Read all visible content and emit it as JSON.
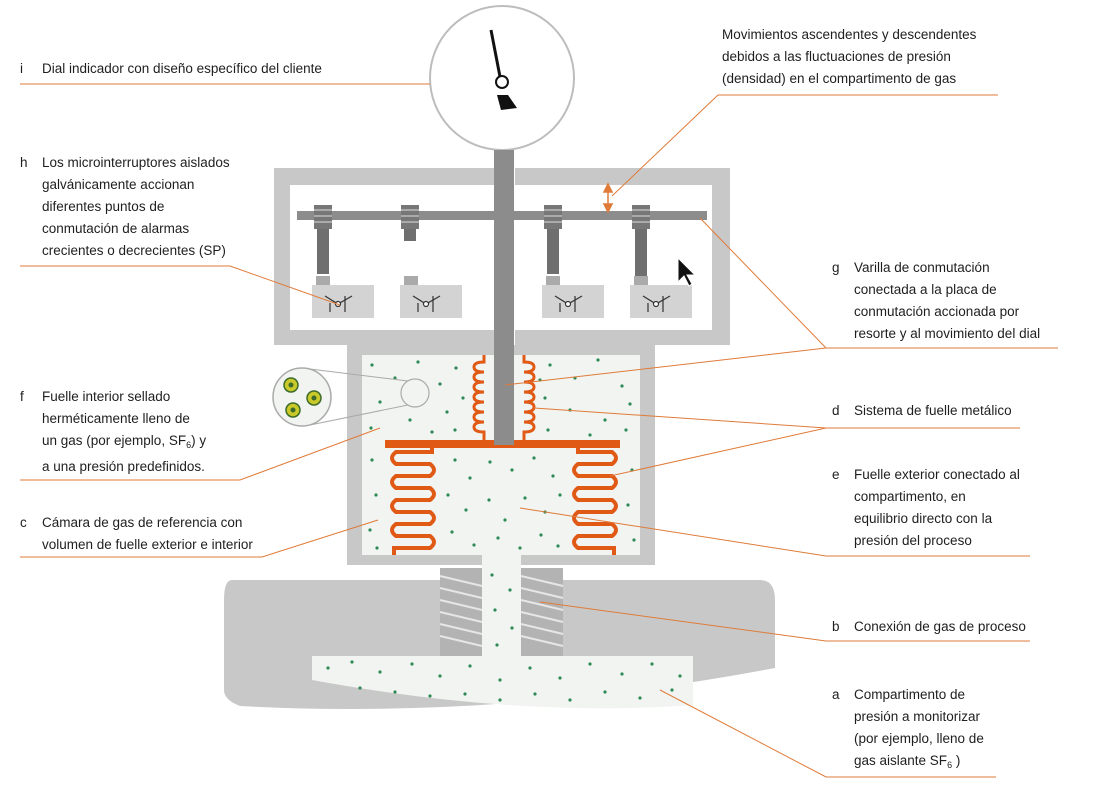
{
  "colors": {
    "housing": "#c8c8c8",
    "chamber_fill": "#f2f4f1",
    "bellows": "#e05a16",
    "dots": "#2e8b57",
    "leader": "#e07b39",
    "rod": "#8c8c8c",
    "gas_molecule": "#c9c92a"
  },
  "labels": {
    "i": {
      "letter": "i",
      "text": "Dial indicador con diseño específico del cliente"
    },
    "top_right": {
      "text": "Movimientos ascendentes y descendentes\ndebidos a las fluctuaciones de presión\n(densidad) en el compartimento de gas"
    },
    "h": {
      "letter": "h",
      "text": "Los microinterruptores aislados\ngalvánicamente accionan\ndiferentes puntos de\nconmutación de alarmas\ncrecientes o decrecientes (SP)"
    },
    "g": {
      "letter": "g",
      "text": "Varilla de conmutación\nconectada a la placa de\nconmutación accionada por\nresorte y al movimiento del dial"
    },
    "f": {
      "letter": "f",
      "text_before": "Fuelle interior sellado\nherméticamente lleno de\nun gas (por ejemplo, SF",
      "sub": "6",
      "text_after": ") y\na una presión predefinidos."
    },
    "d": {
      "letter": "d",
      "text": "Sistema de fuelle metálico"
    },
    "e": {
      "letter": "e",
      "text": "Fuelle exterior conectado al\ncompartimento, en\nequilibrio directo con la\npresión del proceso"
    },
    "c": {
      "letter": "c",
      "text": "Cámara de gas de referencia con\nvolumen de fuelle exterior e interior"
    },
    "b": {
      "letter": "b",
      "text": "Conexión de gas de proceso"
    },
    "a": {
      "letter": "a",
      "text_before": "Compartimento de\npresión a monitorizar\n(por ejemplo, lleno de\ngas aislante SF",
      "sub": "6",
      "text_after": " )"
    }
  }
}
